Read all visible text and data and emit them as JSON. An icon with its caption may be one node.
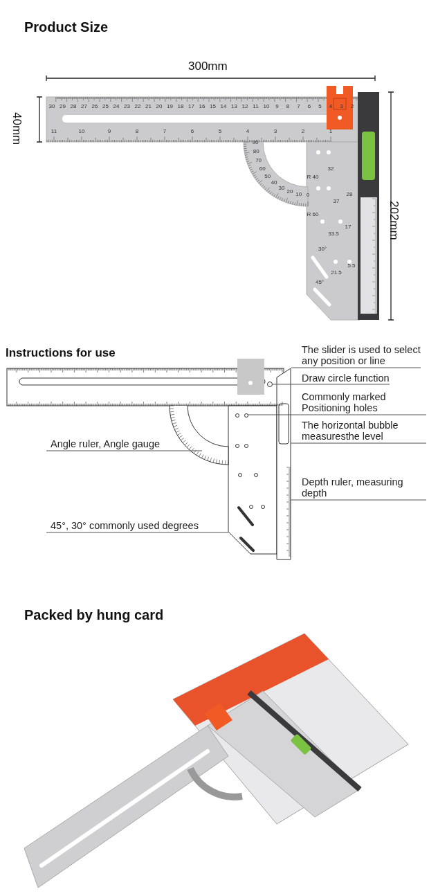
{
  "diagram": {
    "nodes": [
      {
        "text": [
          "The slider is used to select any position or line"
        ]
      },
      {
        "text": [
          "Draw circle function"
        ]
      },
      {
        "text": [
          "Commonly marked Positioning holes"
        ]
      },
      {
        "text": [
          "The horizontal bubble measuresthe level"
        ]
      },
      {
        "text": [
          "Depth ruler, measuring depth"
        ]
      },
      {
        "text": [
          "Angle ruler, Angle gauge"
        ]
      },
      {
        "text": [
          "45°, 30° commonly used degrees"
        ]
      },
      {
        "text": [],
        "shape": "circle"
      }
    ],
    "edges": [
      {
        "from": 0,
        "to": null,
        "arrow": "none"
      },
      {
        "from": 1,
        "to": 7,
        "arrow": "none"
      },
      {
        "from": 2,
        "to": null,
        "arrow": "none"
      },
      {
        "from": 3,
        "to": null,
        "arrow": "none"
      },
      {
        "from": 4,
        "to": null,
        "arrow": "none"
      },
      {
        "from": 5,
        "to": null,
        "arrow": "none"
      },
      {
        "from": 6,
        "to": null,
        "arrow": "none"
      }
    ],
    "labels": [
      "Product Size",
      "300mm",
      "40mm",
      "202mm",
      "30",
      "29",
      "28",
      "27",
      "26",
      "25",
      "24",
      "23",
      "22",
      "21",
      "20",
      "19",
      "18",
      "17",
      "16",
      "15",
      "14",
      "13",
      "12",
      "11",
      "10",
      "9",
      "8",
      "7",
      "6",
      "5",
      "4",
      "3",
      "2",
      "11",
      "10",
      "9",
      "8",
      "7",
      "6",
      "5",
      "4",
      "3",
      "2",
      "1",
      "90",
      "80",
      "70",
      "60",
      "50",
      "40",
      "30",
      "20",
      "10",
      "0",
      "R 40",
      "32",
      "28",
      "37",
      "R 60",
      "33.5",
      "17",
      "30°",
      "21.5",
      "5.5",
      "45°",
      "Instructions for use",
      "Packed by hung card"
    ]
  }
}
